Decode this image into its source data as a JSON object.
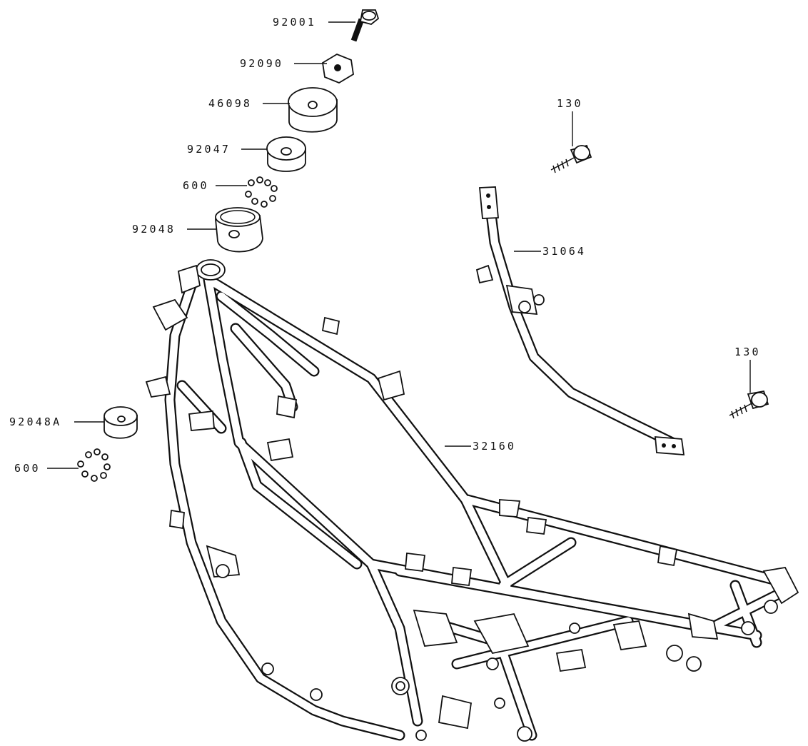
{
  "diagram": {
    "labels": {
      "bolt_top": "92001",
      "collar": "92090",
      "bushing_large": "46098",
      "bushing_small": "92047",
      "balls_upper": "600",
      "cup_upper": "92048",
      "frame": "32160",
      "rear_rail": "31064",
      "bolt_rail_upper": "130",
      "bolt_rail_right": "130",
      "cup_lower": "92048A",
      "balls_lower": "600"
    }
  }
}
